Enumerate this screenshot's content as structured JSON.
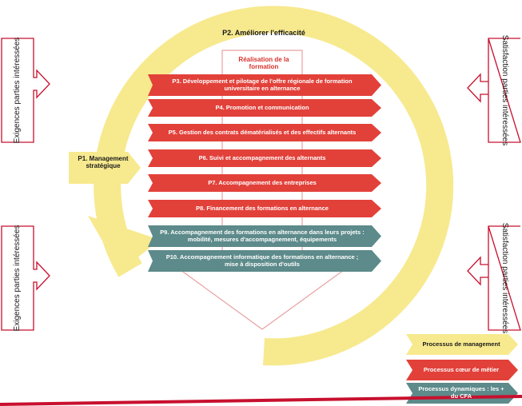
{
  "title": "P2. Améliorer l'efficacité",
  "core_title": "Réalisation de la formation",
  "management": "P1. Management stratégique",
  "sides": {
    "left_top": "Exigences parties intéressées",
    "left_bottom": "Exigences parties intéressées",
    "right_top": "Satisfaction parties intéressées",
    "right_bottom": "Satisfaction parties intéressées"
  },
  "processes": [
    {
      "label": "P3. Développement et pilotage de l'offre régionale de formation universitaire en alternance",
      "kind": "core"
    },
    {
      "label": "P4. Promotion et communication",
      "kind": "core"
    },
    {
      "label": "P5. Gestion des contrats dématérialisés et des effectifs alternants",
      "kind": "core"
    },
    {
      "label": "P6. Suivi et accompagnement des alternants",
      "kind": "core"
    },
    {
      "label": "P7. Accompagnement des entreprises",
      "kind": "core"
    },
    {
      "label": "P8. Financement des formations en alternance",
      "kind": "core"
    },
    {
      "label": "P9. Accompagnement des formations en alternance dans leurs projets : mobilité, mesures d'accompagnement, équipements",
      "kind": "dynamic"
    },
    {
      "label": "P10. Accompagnement informatique des formations en alternance ; mise à disposition d'outils",
      "kind": "dynamic"
    }
  ],
  "legend": [
    {
      "label": "Processus de management",
      "kind": "management"
    },
    {
      "label": "Processus cœur de métier",
      "kind": "core"
    },
    {
      "label": "Processus dynamiques : les + du CFA",
      "kind": "dynamic"
    }
  ],
  "colors": {
    "management": "#f7e98e",
    "core": "#e2413a",
    "dynamic": "#5d8a8a",
    "frame_red": "#c8102e",
    "down_arrow_outline": "#e8a0a0"
  }
}
